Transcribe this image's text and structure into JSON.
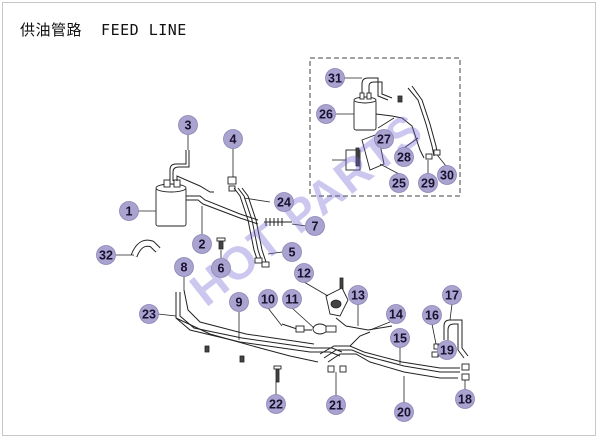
{
  "title": "供油管路  FEED LINE",
  "watermark": "HOT PARTS",
  "colors": {
    "callout_fill": "#a9a3cf",
    "watermark": "#6a5fd0",
    "line": "#222222"
  },
  "callouts": [
    "1",
    "2",
    "3",
    "4",
    "5",
    "6",
    "7",
    "8",
    "9",
    "10",
    "11",
    "12",
    "13",
    "14",
    "15",
    "16",
    "17",
    "18",
    "19",
    "20",
    "21",
    "22",
    "23",
    "24",
    "25",
    "26",
    "27",
    "28",
    "29",
    "30",
    "31",
    "32"
  ]
}
